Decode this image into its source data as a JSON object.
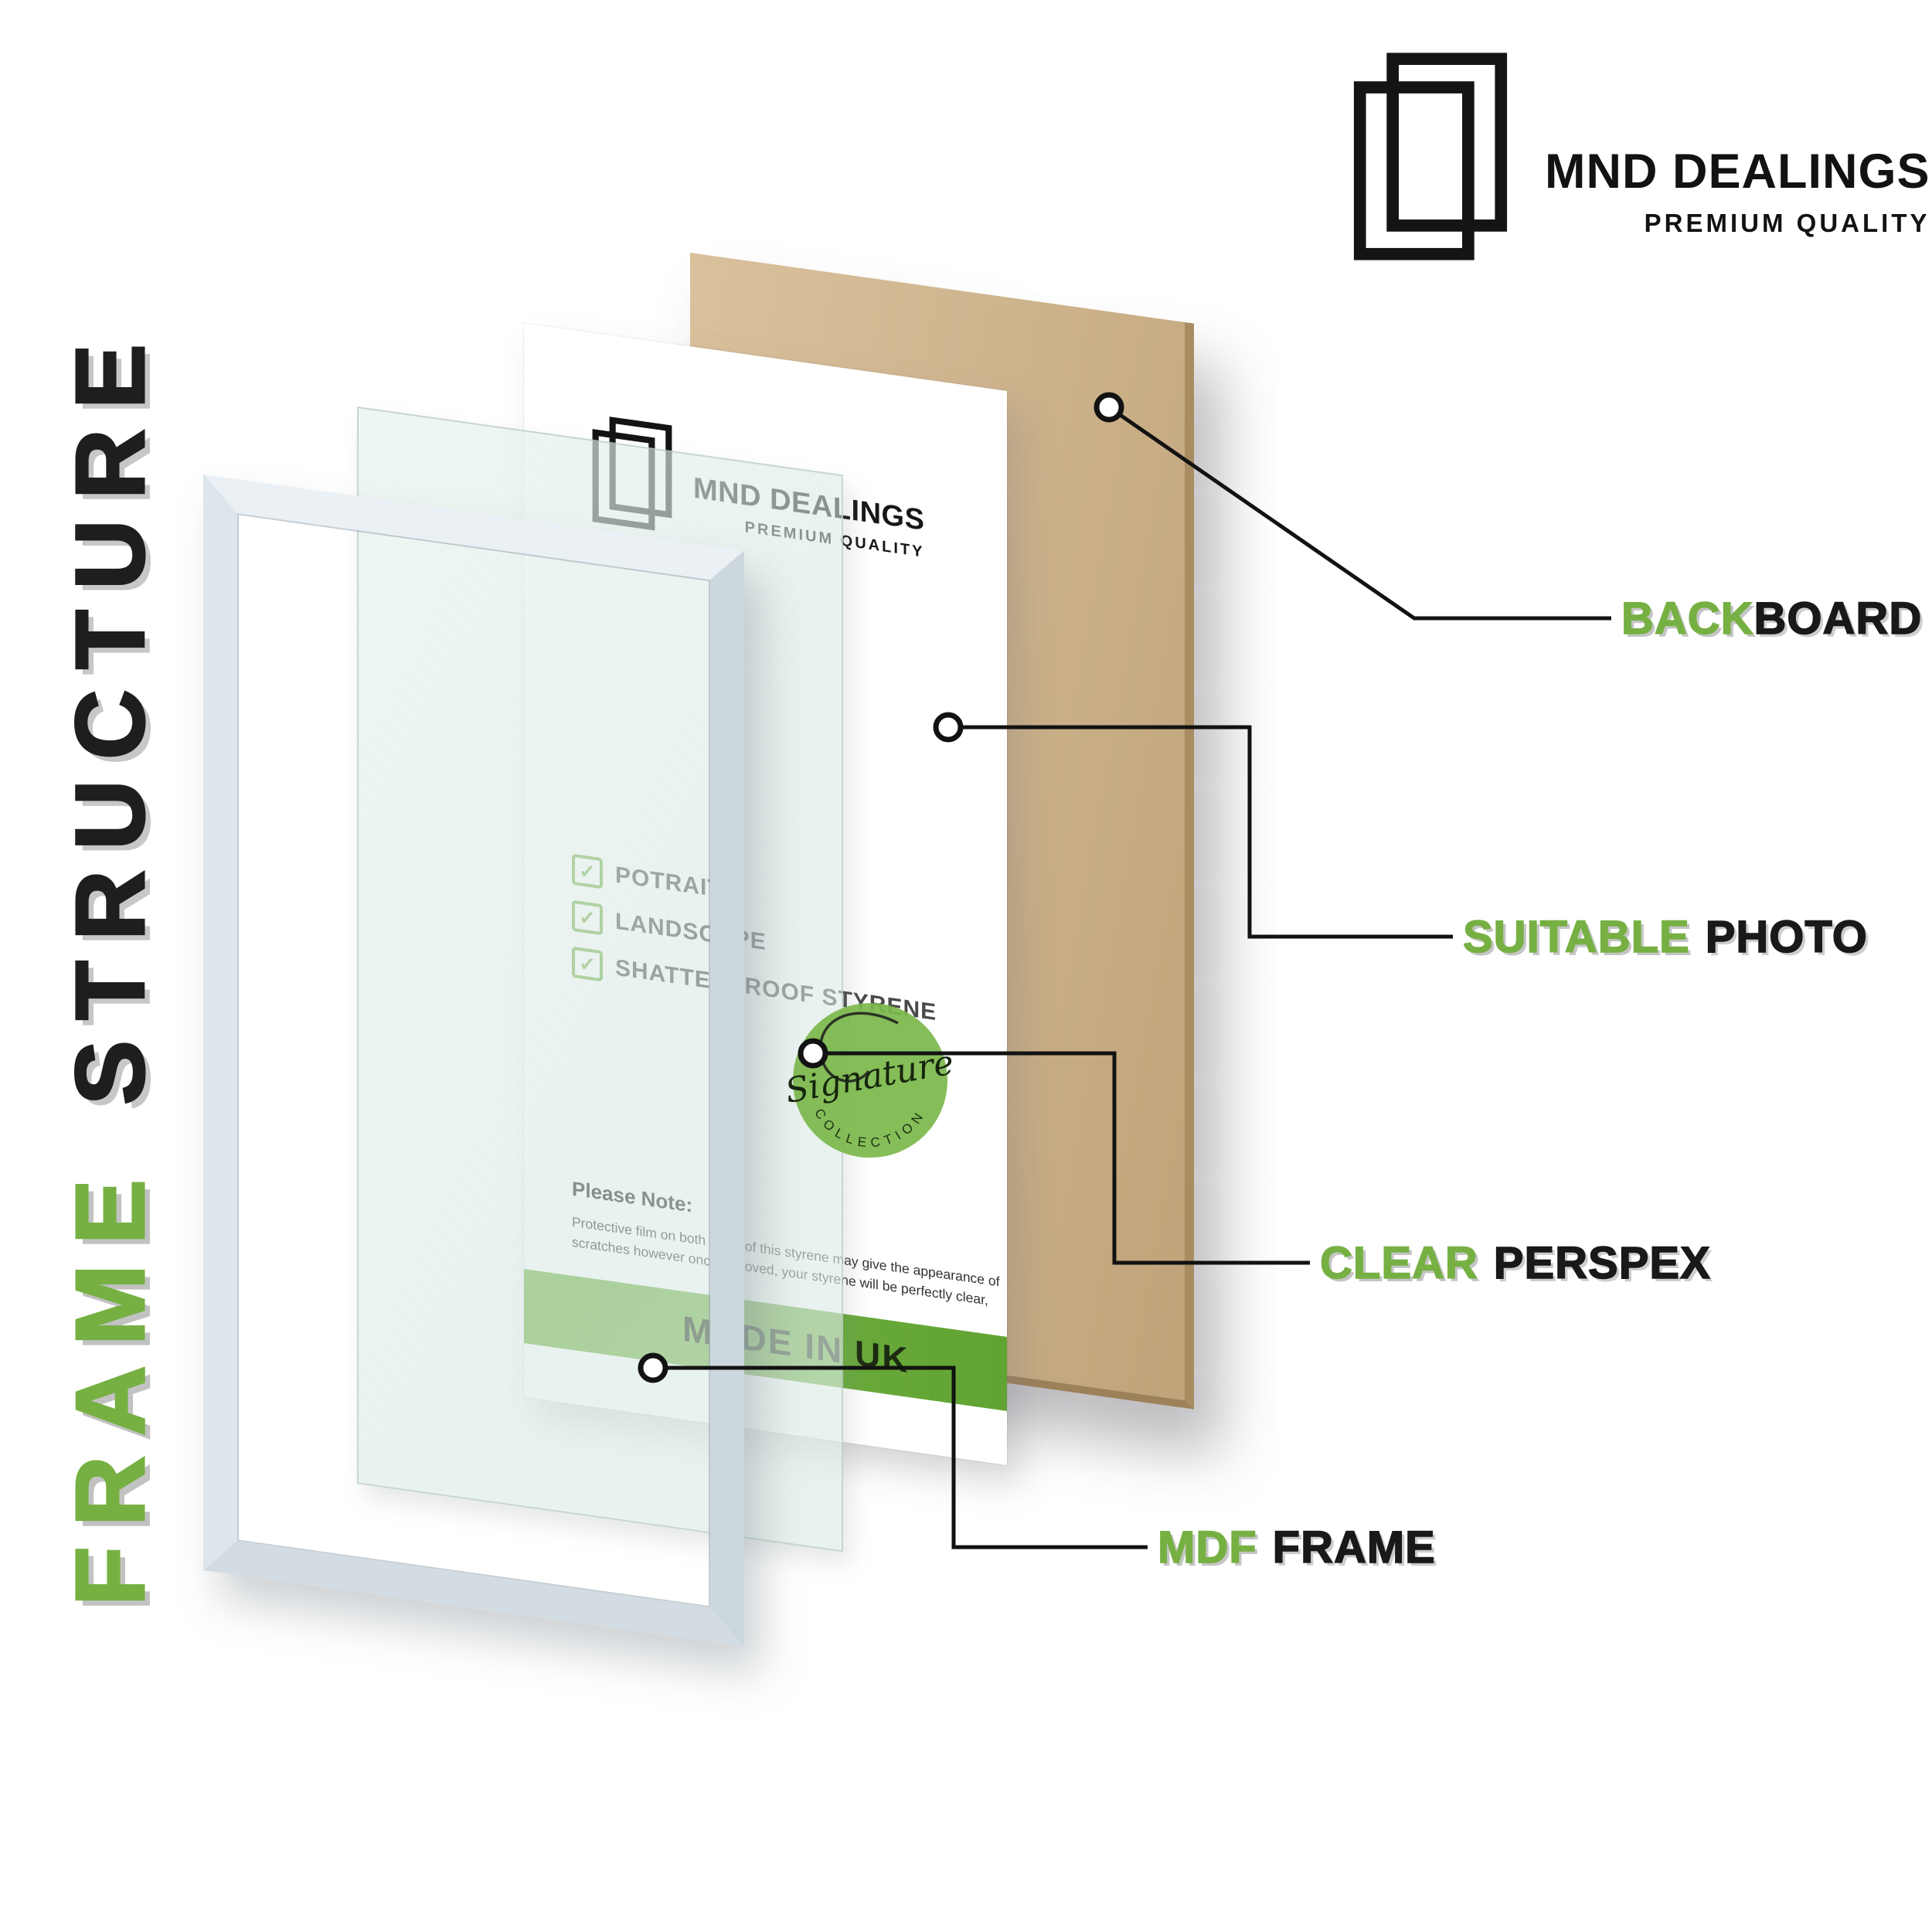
{
  "header": {
    "brand_name": "MND DEALINGS",
    "brand_tagline": "PREMIUM QUALITY"
  },
  "side_title": {
    "word_green": "FRAME",
    "word_dark": "STRUCTURE"
  },
  "sheet": {
    "brand_name": "MND DEALINGS",
    "brand_tagline": "PREMIUM QUALITY",
    "check_glyph": "✓",
    "features": [
      "POTRAIT",
      "LANDSCAPE",
      "SHATTERPROOF STYRENE"
    ],
    "note_title": "Please Note:",
    "note_body": "Protective film on both sides of this styrene may give the appearance of scratches however once removed, your styrene will be perfectly clear,",
    "made_in_label": "MADE IN UK",
    "badge": {
      "script_word": "Signature",
      "arc_word": "COLLECTION"
    }
  },
  "callouts": [
    {
      "id": "backboard",
      "green": "BACK",
      "dark": "BOARD"
    },
    {
      "id": "suitable-photo",
      "green": "SUITABLE",
      "dark": "PHOTO"
    },
    {
      "id": "clear-perspex",
      "green": "CLEAR",
      "dark": "PERSPEX"
    },
    {
      "id": "mdf-frame",
      "green": "MDF",
      "dark": "FRAME"
    }
  ],
  "colors": {
    "accent_green": "#76b043",
    "text_dark": "#1b1b1b",
    "board_tan": "#c9ab84",
    "stripe_green": "#6fae3d"
  }
}
